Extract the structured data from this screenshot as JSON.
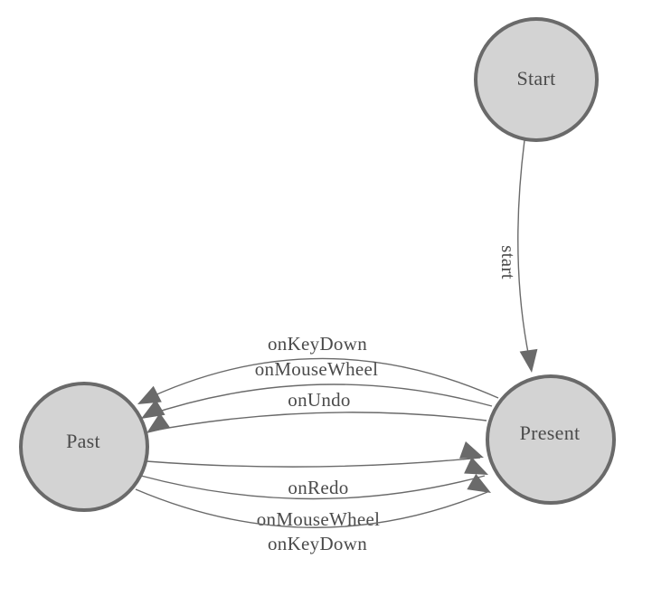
{
  "diagram": {
    "type": "state-machine",
    "states": [
      {
        "id": "start",
        "label": "Start"
      },
      {
        "id": "past",
        "label": "Past"
      },
      {
        "id": "present",
        "label": "Present"
      }
    ],
    "transitions": [
      {
        "from": "Start",
        "to": "Present",
        "label": "start"
      },
      {
        "from": "Present",
        "to": "Past",
        "label": "onKeyDown"
      },
      {
        "from": "Present",
        "to": "Past",
        "label": "onMouseWheel"
      },
      {
        "from": "Present",
        "to": "Past",
        "label": "onUndo"
      },
      {
        "from": "Past",
        "to": "Present",
        "label": "onRedo"
      },
      {
        "from": "Past",
        "to": "Present",
        "label": "onMouseWheel"
      },
      {
        "from": "Past",
        "to": "Present",
        "label": "onKeyDown"
      }
    ],
    "colors": {
      "node_fill": "#d3d3d3",
      "node_stroke": "#6a6a6a",
      "edge": "#6a6a6a",
      "arrow": "#6a6a6a",
      "text": "#4b4b4b",
      "background": "#ffffff"
    }
  }
}
